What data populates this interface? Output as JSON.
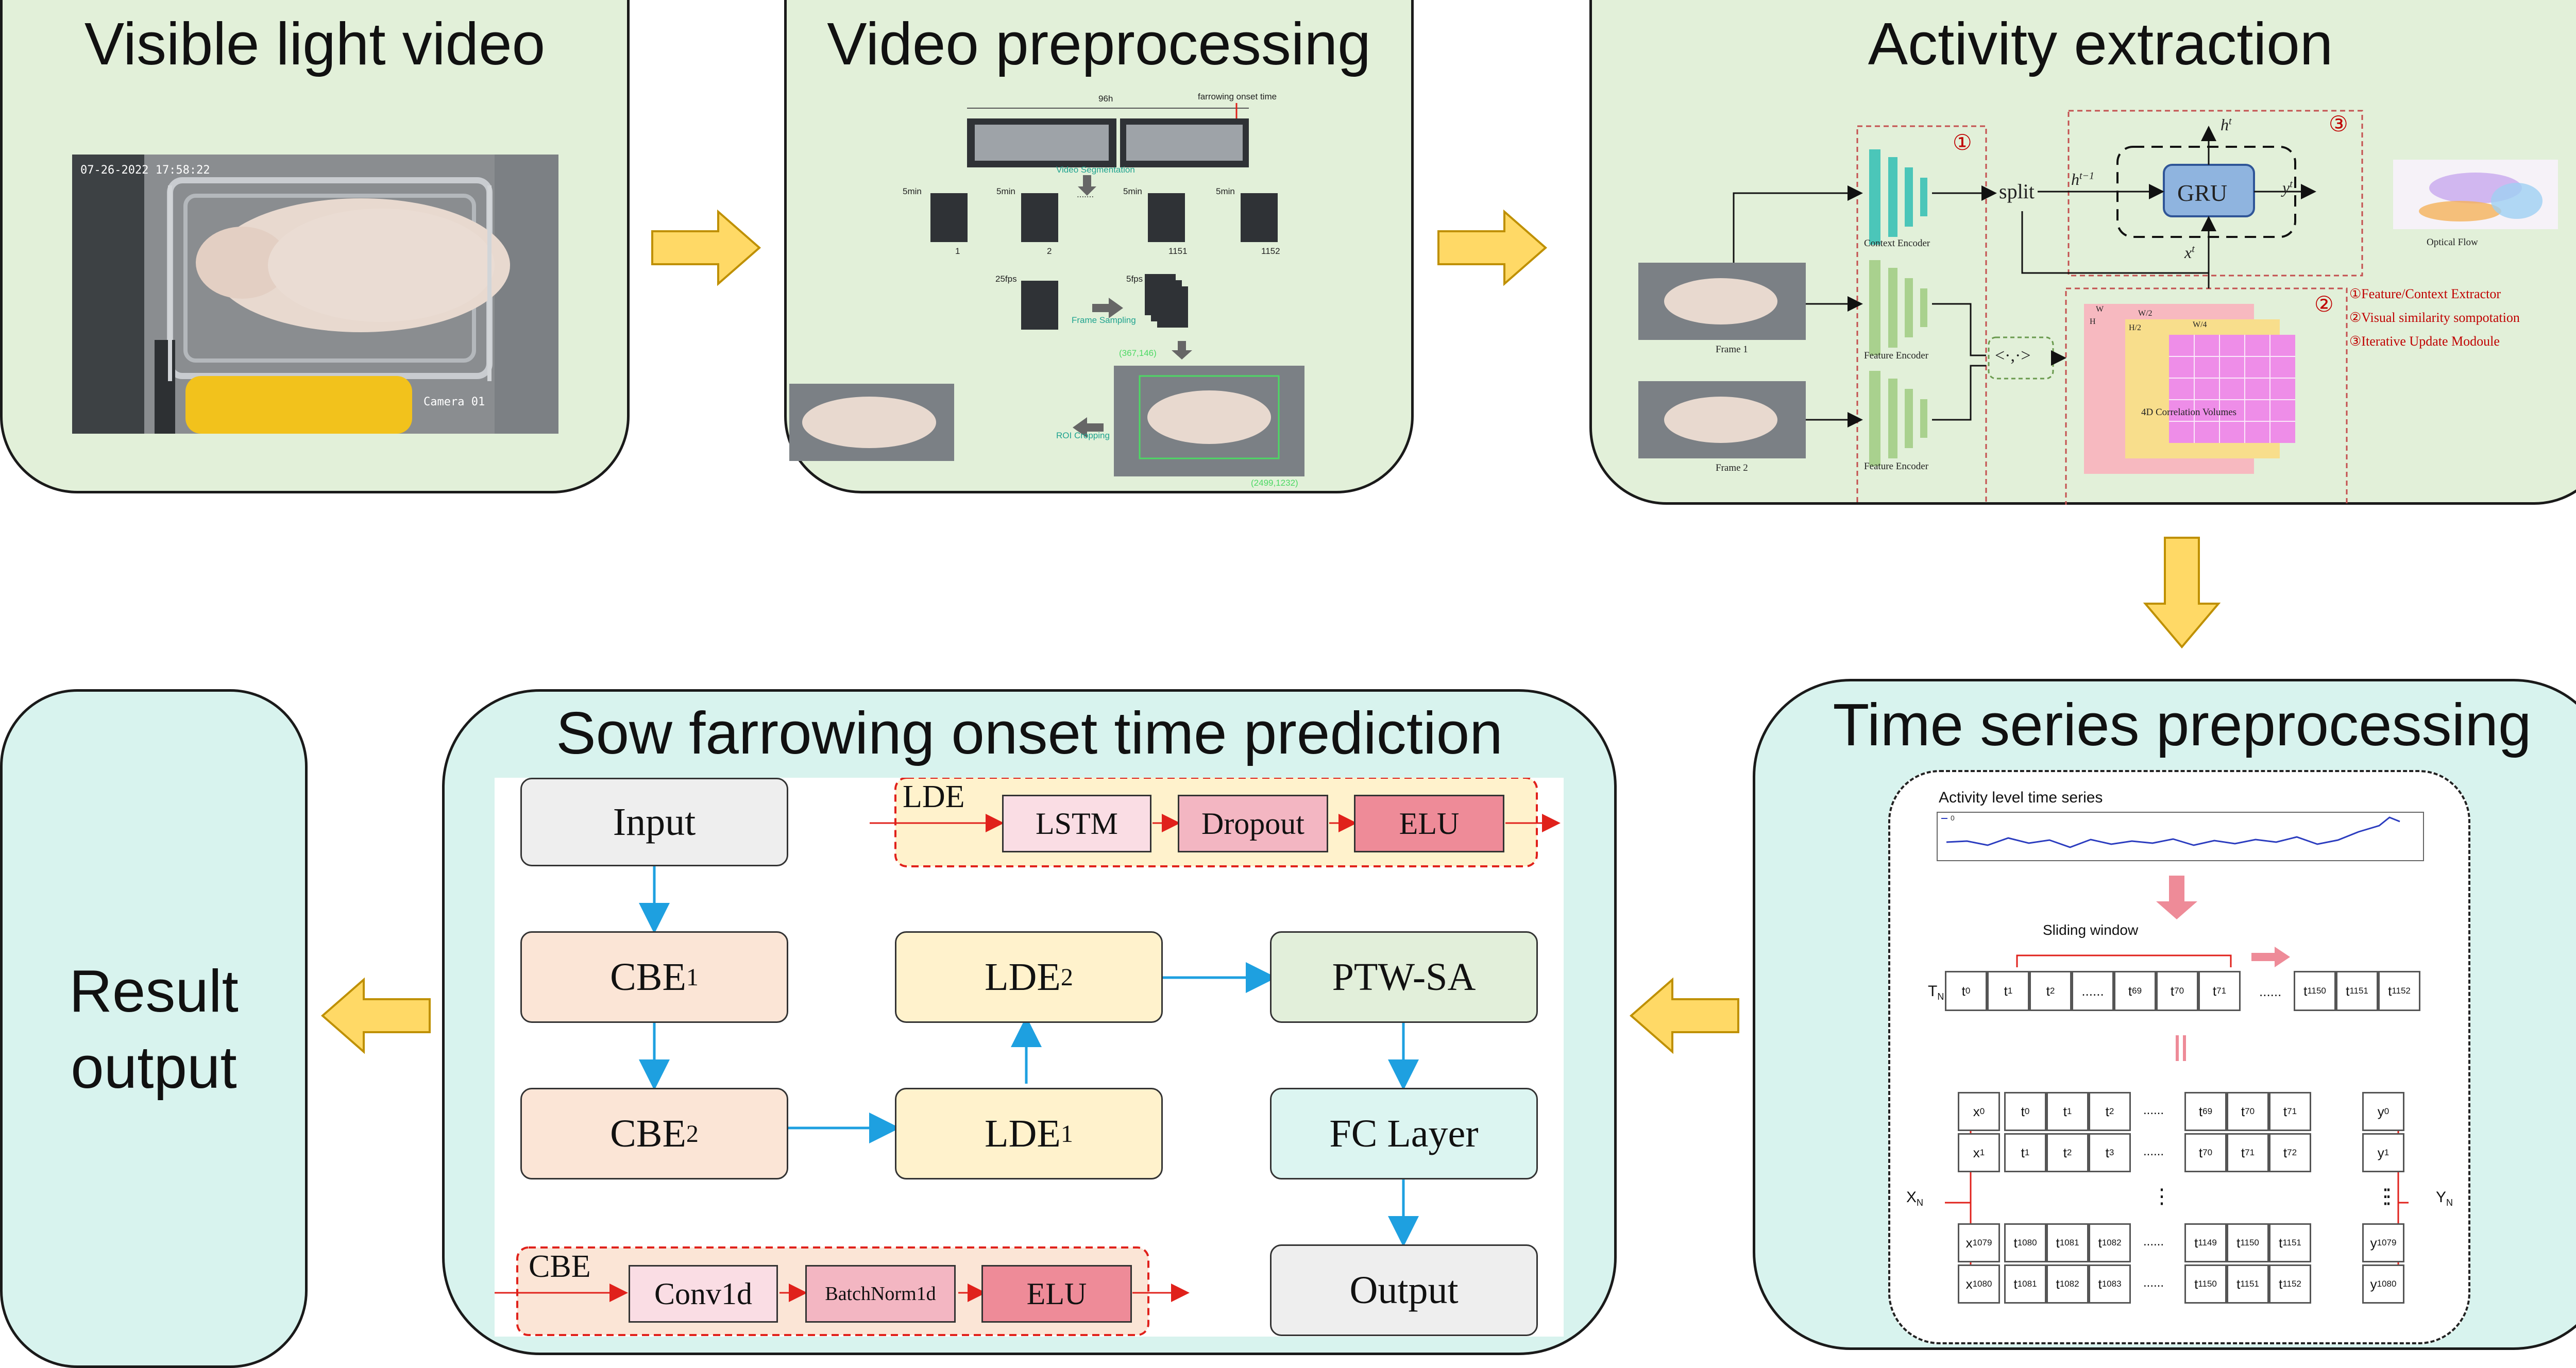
{
  "panels": {
    "visible_light": {
      "title": "Visible light video",
      "timestamp": "07-26-2022  17:58:22",
      "camera": "Camera 01"
    },
    "video_preproc": {
      "title": "Video preprocessing",
      "hours": "96h",
      "onset": "farrowing onset time",
      "segmentation": "Video Segmentation",
      "clip_duration": "5min",
      "clip_indices": [
        "1",
        "2",
        "1151",
        "1152"
      ],
      "fps_in": "25fps",
      "fps_out": "5fps",
      "frame_sampling": "Frame Sampling",
      "roi": "ROI Cropping",
      "coord_top": "(367,146)",
      "coord_bottom": "(2499,1232)",
      "ellipsis": "......."
    },
    "activity": {
      "title": "Activity extraction",
      "context_encoder": "Context Encoder",
      "feature_encoder": "Feature Encoder",
      "frame1": "Frame 1",
      "frame2": "Frame 2",
      "split": "split",
      "gru": "GRU",
      "h_t": "h",
      "h_t_sup": "t",
      "h_prev": "h",
      "h_prev_sup": "t−1",
      "y_t": "y",
      "y_t_sup": "t",
      "x_t": "x",
      "x_t_sup": "t",
      "optical_flow": "Optical Flow",
      "corr": "4D Correlation Volumes",
      "dot": "<·,·>",
      "m1": "①",
      "m2": "②",
      "m3": "③",
      "legend": [
        "①Feature/Context Extractor",
        "②Visual similarity sompotation",
        "③Iterative Update Modoule"
      ],
      "vol_labels": {
        "W": "W",
        "H": "H",
        "W2": "W/2",
        "H2": "H/2",
        "W4": "W/4"
      }
    },
    "time_series": {
      "title": "Time series preprocessing",
      "chart_title": "Activity level time series",
      "legend_label": "0",
      "sliding_window": "Sliding window",
      "TN": "T",
      "TN_sub": "N",
      "XN": "X",
      "XN_sub": "N",
      "YN": "Y",
      "YN_sub": "N",
      "row_seq": [
        [
          "t",
          "0"
        ],
        [
          "t",
          "1"
        ],
        [
          "t",
          "2"
        ],
        [
          "......",
          ""
        ],
        [
          "t",
          "69"
        ],
        [
          "t",
          "70"
        ],
        [
          "t",
          "71"
        ]
      ],
      "tail_seq": [
        [
          "t",
          "1150"
        ],
        [
          "t",
          "1151"
        ],
        [
          "t",
          "1152"
        ]
      ],
      "gap_dots": "......",
      "equals": "||",
      "vdots": "⋮",
      "rows": [
        {
          "x": [
            "x",
            "0"
          ],
          "cells": [
            [
              "t",
              "0"
            ],
            [
              "t",
              "1"
            ],
            [
              "t",
              "2"
            ]
          ],
          "cells2": [
            [
              "t",
              "69"
            ],
            [
              "t",
              "70"
            ],
            [
              "t",
              "71"
            ]
          ],
          "y": [
            "y",
            "0"
          ]
        },
        {
          "x": [
            "x",
            "1"
          ],
          "cells": [
            [
              "t",
              "1"
            ],
            [
              "t",
              "2"
            ],
            [
              "t",
              "3"
            ]
          ],
          "cells2": [
            [
              "t",
              "70"
            ],
            [
              "t",
              "71"
            ],
            [
              "t",
              "72"
            ]
          ],
          "y": [
            "y",
            "1"
          ]
        },
        {
          "x": [
            "x",
            "1079"
          ],
          "cells": [
            [
              "t",
              "1080"
            ],
            [
              "t",
              "1081"
            ],
            [
              "t",
              "1082"
            ]
          ],
          "cells2": [
            [
              "t",
              "1149"
            ],
            [
              "t",
              "1150"
            ],
            [
              "t",
              "1151"
            ]
          ],
          "y": [
            "y",
            "1079"
          ]
        },
        {
          "x": [
            "x",
            "1080"
          ],
          "cells": [
            [
              "t",
              "1081"
            ],
            [
              "t",
              "1082"
            ],
            [
              "t",
              "1083"
            ]
          ],
          "cells2": [
            [
              "t",
              "1150"
            ],
            [
              "t",
              "1151"
            ],
            [
              "t",
              "1152"
            ]
          ],
          "y": [
            "y",
            "1080"
          ]
        }
      ]
    },
    "prediction": {
      "title": "Sow farrowing onset time prediction",
      "input": "Input",
      "cbe1": "CBE",
      "cbe1_sub": "1",
      "cbe2": "CBE",
      "cbe2_sub": "2",
      "lde1": "LDE",
      "lde1_sub": "1",
      "lde2": "LDE",
      "lde2_sub": "2",
      "ptw": "PTW-SA",
      "fc": "FC Layer",
      "output": "Output",
      "lde_group": "LDE",
      "lstm": "LSTM",
      "dropout": "Dropout",
      "elu": "ELU",
      "cbe_group": "CBE",
      "conv": "Conv1d",
      "bn": "BatchNorm1d",
      "elu2": "ELU"
    },
    "result": {
      "line1": "Result",
      "line2": "output"
    }
  },
  "colors": {
    "panel_green": "#e2f0d9",
    "panel_cyan": "#d8f3ee",
    "arrow_fill": "#ffd966",
    "arrow_stroke": "#bf9000",
    "flow_arrow": "#1ea0e0",
    "red": "#e0211b",
    "orange_box": "#fbe5d6",
    "yellow_box": "#fff2cc",
    "green_box": "#e2efda",
    "cyan_box": "#dcf5f1",
    "gray_box": "#eeeeee",
    "pink_light": "#fadde4",
    "pink_mid": "#f3b6c2",
    "pink_dark": "#ee8b98",
    "teal": "#4bc6b9",
    "enc_green": "#a9d18e"
  }
}
